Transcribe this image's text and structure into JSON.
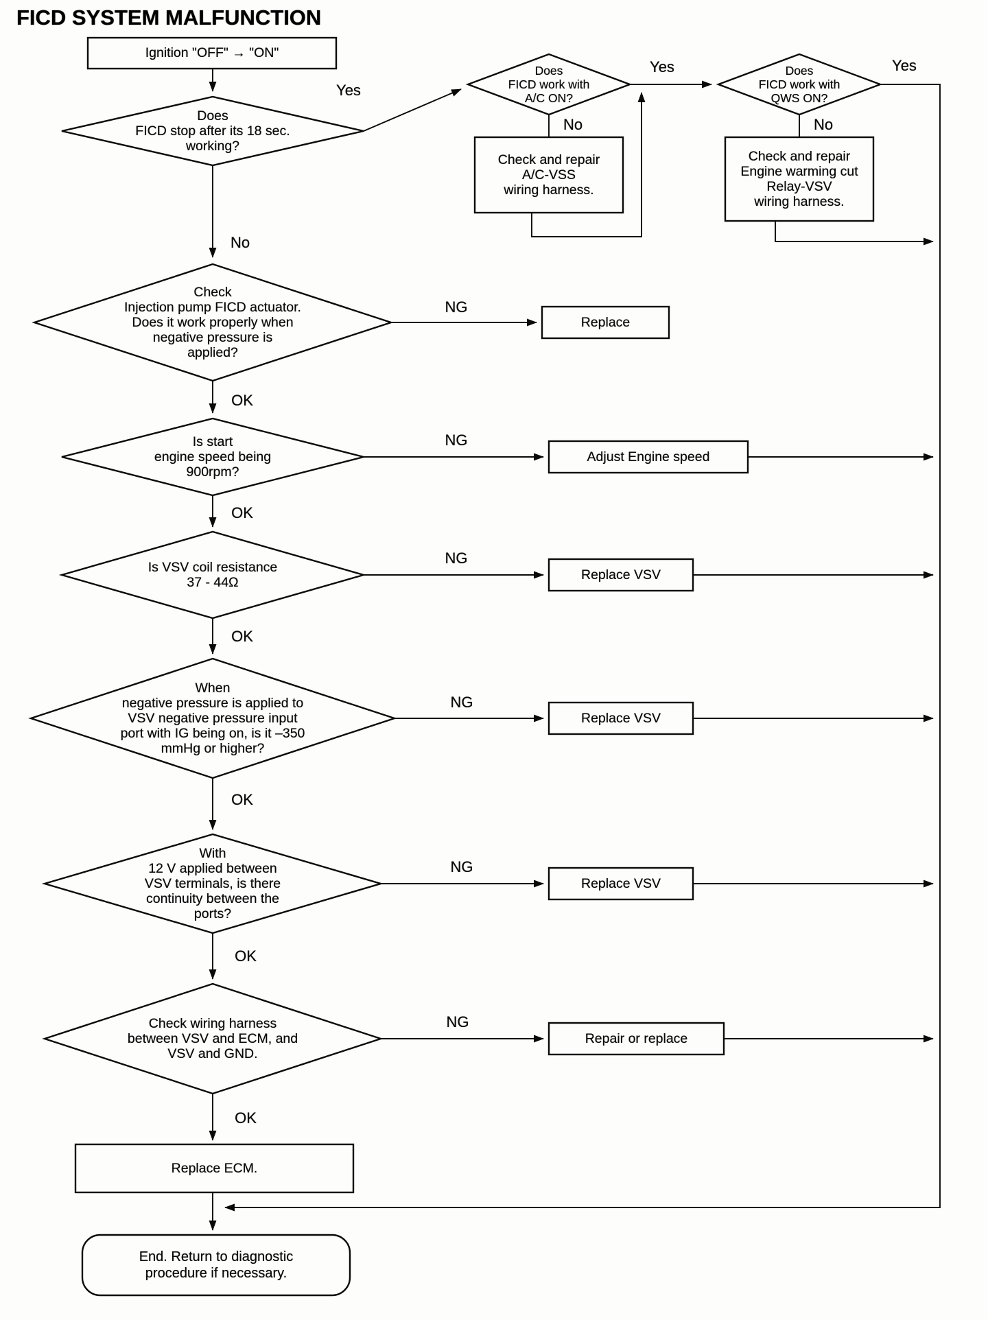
{
  "title": "FICD SYSTEM MALFUNCTION",
  "nodes": {
    "start": {
      "text": "Ignition \"OFF\" → \"ON\""
    },
    "d_stop18": {
      "text": "Does\nFICD stop after its 18 sec.\nworking?"
    },
    "d_ac": {
      "text": "Does\nFICD work with\nA/C ON?"
    },
    "d_qws": {
      "text": "Does\nFICD work with\nQWS ON?"
    },
    "b_ac_repair": {
      "text": "Check and repair\nA/C-VSS\nwiring harness."
    },
    "b_qws_repair": {
      "text": "Check and repair\nEngine warming cut\nRelay-VSV\nwiring harness."
    },
    "d_actuator": {
      "text": "Check\nInjection pump FICD actuator.\nDoes it work properly when\nnegative pressure is\napplied?"
    },
    "b_replace": {
      "text": "Replace"
    },
    "d_rpm": {
      "text": "Is start\nengine speed being\n900rpm?"
    },
    "b_adjust": {
      "text": "Adjust Engine speed"
    },
    "d_coil": {
      "text": "Is VSV coil resistance\n37 - 44Ω"
    },
    "b_replace_vsv1": {
      "text": "Replace VSV"
    },
    "d_pressure": {
      "text": "When\nnegative pressure is applied to\nVSV negative pressure input\nport with IG being on, is it –350\nmmHg or higher?"
    },
    "b_replace_vsv2": {
      "text": "Replace VSV"
    },
    "d_continuity": {
      "text": "With\n12 V applied between\nVSV terminals, is there\ncontinuity between the\nports?"
    },
    "b_replace_vsv3": {
      "text": "Replace VSV"
    },
    "d_harness": {
      "text": "Check wiring harness\nbetween VSV and ECM, and\nVSV and GND."
    },
    "b_repair_replace": {
      "text": "Repair or replace"
    },
    "b_replace_ecm": {
      "text": "Replace ECM."
    },
    "end": {
      "text": "End. Return to diagnostic\nprocedure if necessary."
    }
  },
  "labels": {
    "yes1": "Yes",
    "yes2": "Yes",
    "yes3": "Yes",
    "no1": "No",
    "no2": "No",
    "no3": "No",
    "ng1": "NG",
    "ng2": "NG",
    "ng3": "NG",
    "ng4": "NG",
    "ng5": "NG",
    "ng6": "NG",
    "ok1": "OK",
    "ok2": "OK",
    "ok3": "OK",
    "ok4": "OK",
    "ok5": "OK",
    "ok6": "OK"
  },
  "colors": {
    "ink": "#0a0a0a",
    "paper": "#fdfdfc"
  }
}
